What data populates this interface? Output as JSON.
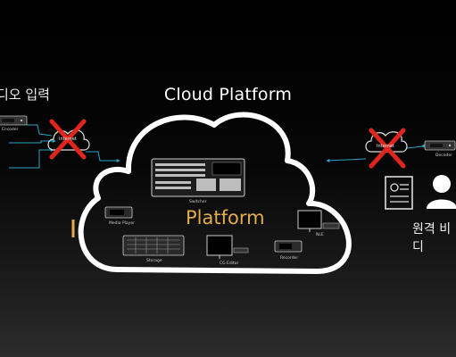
{
  "title": "Cloud Platform",
  "left_label": "디오 입력",
  "right_label": "원격 비디",
  "platform_label": "Platform",
  "left_device_label": "Encoder",
  "right_device_label": "Decoder",
  "left_internet_label": "Internet",
  "right_internet_label": "Internet",
  "devices": {
    "switcher": "Switcher",
    "media_player": "Media Player",
    "storage": "Storage",
    "cg_editor": "CG Editor",
    "recorder": "Recorder",
    "nle": "NLE"
  },
  "colors": {
    "background": "#000000",
    "cloud_outline": "#ffffff",
    "platform_text": "#e2ad4c",
    "connector": "#2aa3c4",
    "blocked_x": "#e0261c"
  }
}
